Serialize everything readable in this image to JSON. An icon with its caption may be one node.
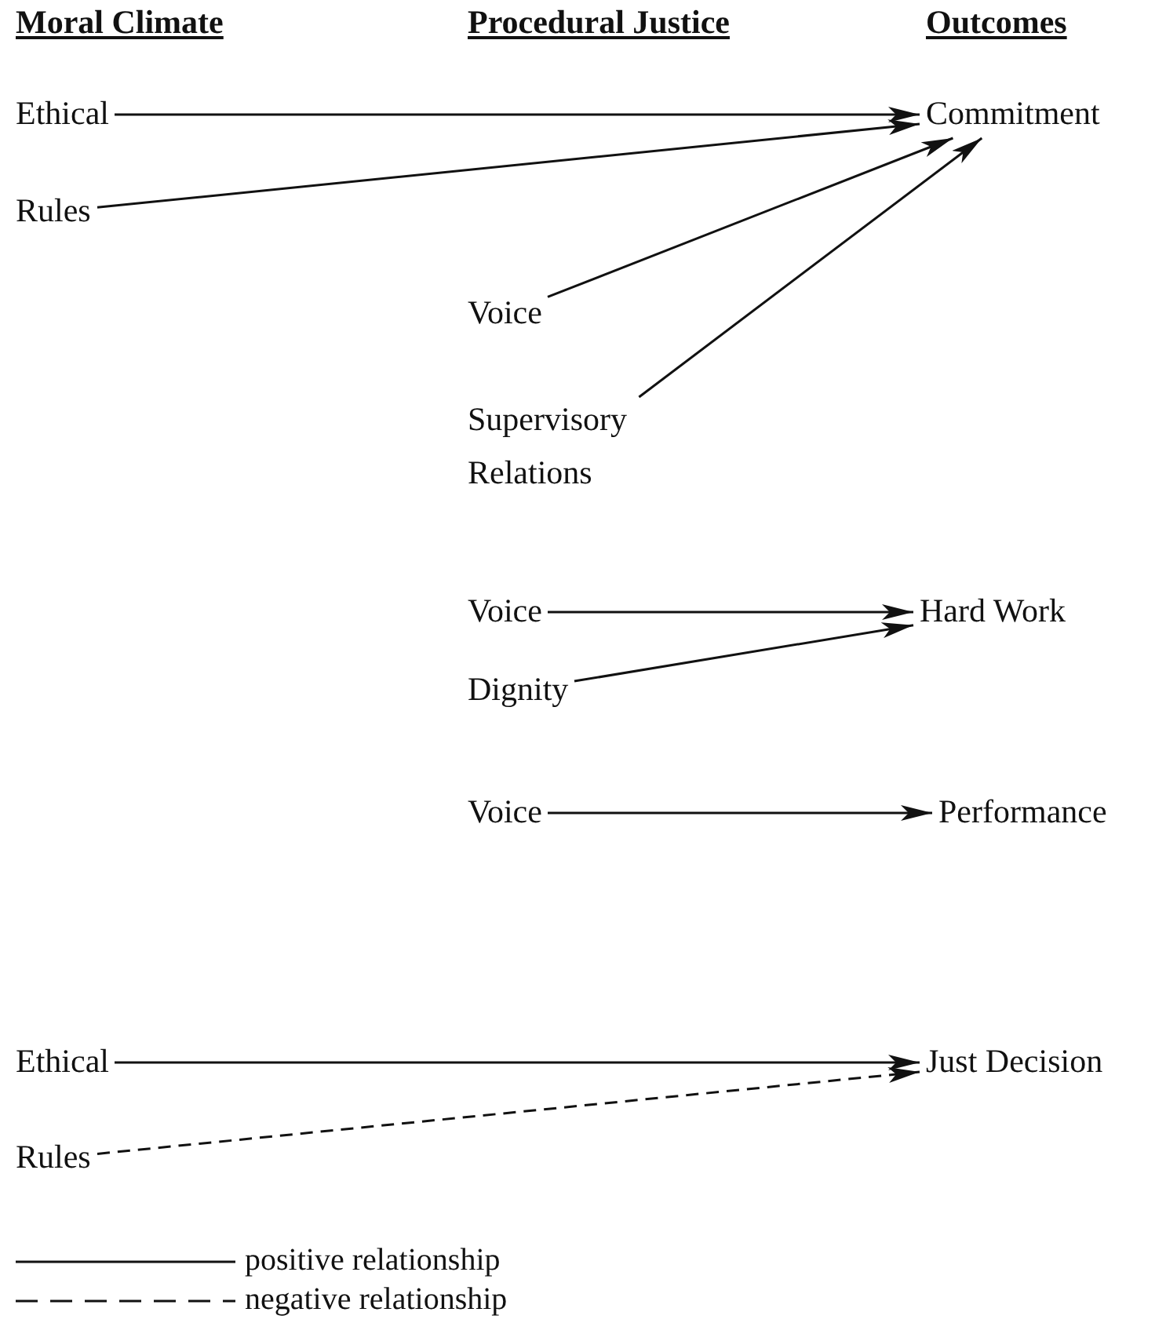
{
  "diagram": {
    "nodes": [
      {
        "text": [
          "Ethical"
        ]
      },
      {
        "text": [
          "Rules"
        ]
      },
      {
        "text": [
          "Commitment"
        ]
      },
      {
        "text": [
          "Voice"
        ]
      },
      {
        "text": [
          "Supervisory Relations"
        ]
      },
      {
        "text": [
          "Voice"
        ]
      },
      {
        "text": [
          "Dignity"
        ]
      },
      {
        "text": [
          "Hard Work"
        ]
      },
      {
        "text": [
          "Voice"
        ]
      },
      {
        "text": [
          "Performance"
        ]
      },
      {
        "text": [
          "Ethical"
        ]
      },
      {
        "text": [
          "Rules"
        ]
      },
      {
        "text": [
          "Just Decision"
        ]
      }
    ],
    "edges": [
      {
        "from": 0,
        "to": 2,
        "arrow": "to"
      },
      {
        "from": 1,
        "to": 2,
        "arrow": "to"
      },
      {
        "from": 3,
        "to": 2,
        "arrow": "to"
      },
      {
        "from": 4,
        "to": 2,
        "arrow": "to"
      },
      {
        "from": 5,
        "to": 7,
        "arrow": "to"
      },
      {
        "from": 6,
        "to": 7,
        "arrow": "to"
      },
      {
        "from": 8,
        "to": 9,
        "arrow": "to"
      },
      {
        "from": 10,
        "to": 12,
        "arrow": "to"
      },
      {
        "from": 11,
        "to": 12,
        "arrow": "to",
        "style": "dashed"
      }
    ],
    "labels": [
      "Moral Climate",
      "Procedural Justice",
      "Outcomes"
    ],
    "legend": [
      {
        "text": "positive relationship"
      },
      {
        "text": "negative relationship"
      }
    ]
  }
}
